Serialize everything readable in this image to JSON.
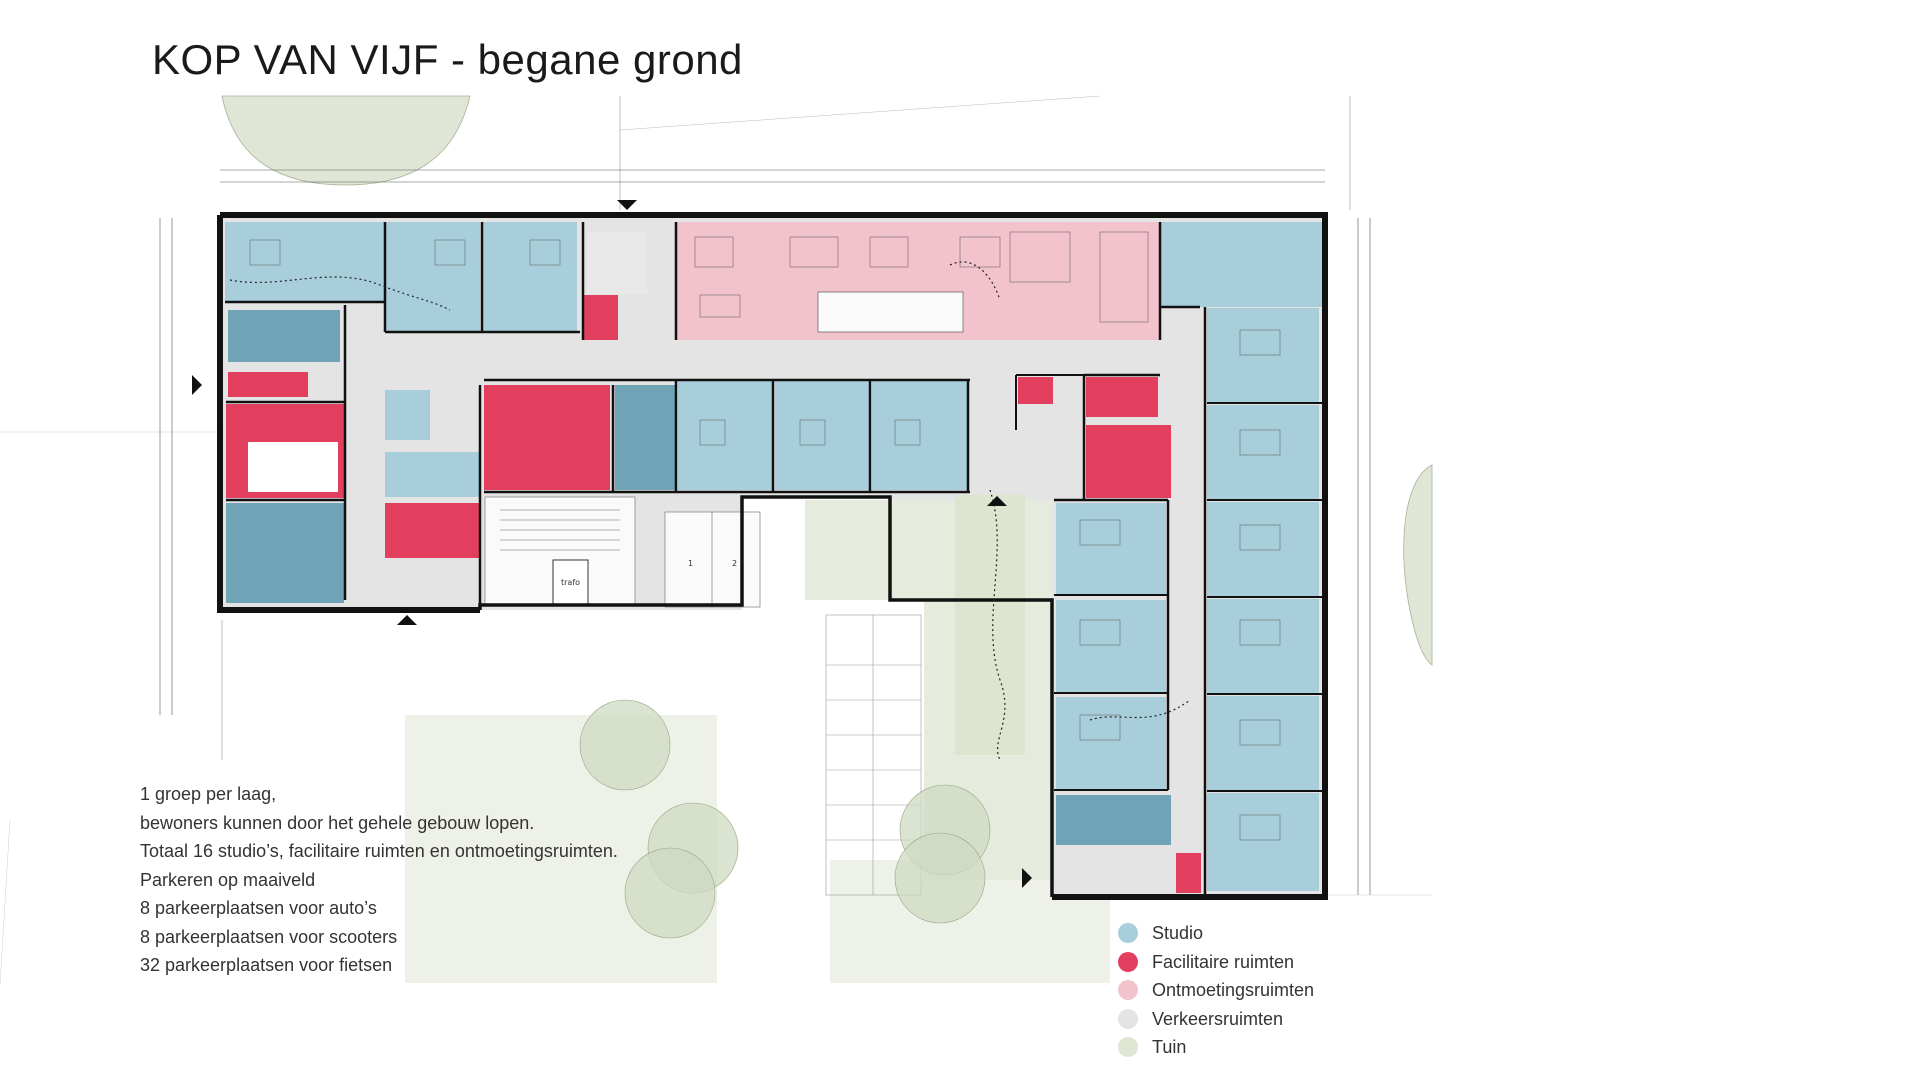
{
  "title": "KOP VAN VIJF - begane grond",
  "notes": [
    "1 groep per laag,",
    "bewoners kunnen door het gehele gebouw lopen.",
    "Totaal 16 studio’s, facilitaire ruimten en ontmoetingsruimten.",
    "Parkeren op maaiveld",
    "8 parkeerplaatsen voor auto’s",
    "8 parkeerplaatsen voor scooters",
    "32 parkeerplaatsen voor fietsen"
  ],
  "legend": [
    {
      "label": "Studio",
      "color": "#a9cedb"
    },
    {
      "label": "Facilitaire ruimten",
      "color": "#e23f5f"
    },
    {
      "label": "Ontmoetingsruimten",
      "color": "#f2c3cc"
    },
    {
      "label": "Verkeersruimten",
      "color": "#e4e4e4"
    },
    {
      "label": "Tuin",
      "color": "#dfe6d2"
    }
  ],
  "plan": {
    "trafo_label": "trafo",
    "stair_labels": [
      "1",
      "2"
    ]
  },
  "colors": {
    "studio_dark": "#6fa3b6",
    "wall": "#111111",
    "tree": "#cfd9c2",
    "garden": "#e6ecdd"
  }
}
